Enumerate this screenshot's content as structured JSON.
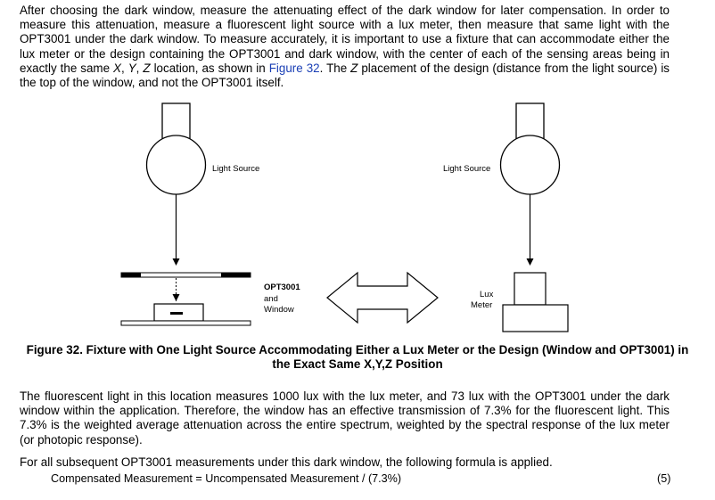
{
  "paragraph1": {
    "text_a": "After choosing the dark window, measure the attenuating effect of the dark window for later compensation. In order to measure this attenuation, measure a fluorescent light source with a lux meter, then measure that same light with the OPT3001 under the dark window. To measure accurately, it is important to use a fixture that can accommodate either the lux meter or the design containing the OPT3001 and dark window, with the center of each of the sensing areas being in exactly the same ",
    "x": "X",
    "comma1": ", ",
    "y": "Y",
    "comma2": ", ",
    "z": "Z",
    "text_b": " location, as shown in ",
    "link": "Figure 32",
    "text_c": ". The ",
    "z2": "Z",
    "text_d": " placement of the design (distance from the light source) is the top of the window, and not the OPT3001 itself."
  },
  "figure": {
    "left_light_label": "Light Source",
    "right_light_label": "Light Source",
    "opt_label_1": "OPT3001",
    "opt_label_2": "and",
    "opt_label_3": "Window",
    "lux_label_1": "Lux",
    "lux_label_2": "Meter",
    "caption": "Figure 32. Fixture with One Light Source Accommodating Either a Lux Meter or the Design (Window and OPT3001) in the Exact Same X,Y,Z Position"
  },
  "paragraph2": "The fluorescent light in this location measures 1000 lux with the lux meter, and 73 lux with the OPT3001 under the dark window within the application. Therefore, the window has an effective transmission of 7.3% for the fluorescent light. This 7.3% is the weighted average attenuation across the entire spectrum, weighted by the spectral response of the lux meter (or photopic response).",
  "paragraph3": "For all subsequent OPT3001 measurements under this dark window, the following formula is applied.",
  "formula": "Compensated Measurement = Uncompensated Measurement / (7.3%)",
  "equation_number": "(5)"
}
